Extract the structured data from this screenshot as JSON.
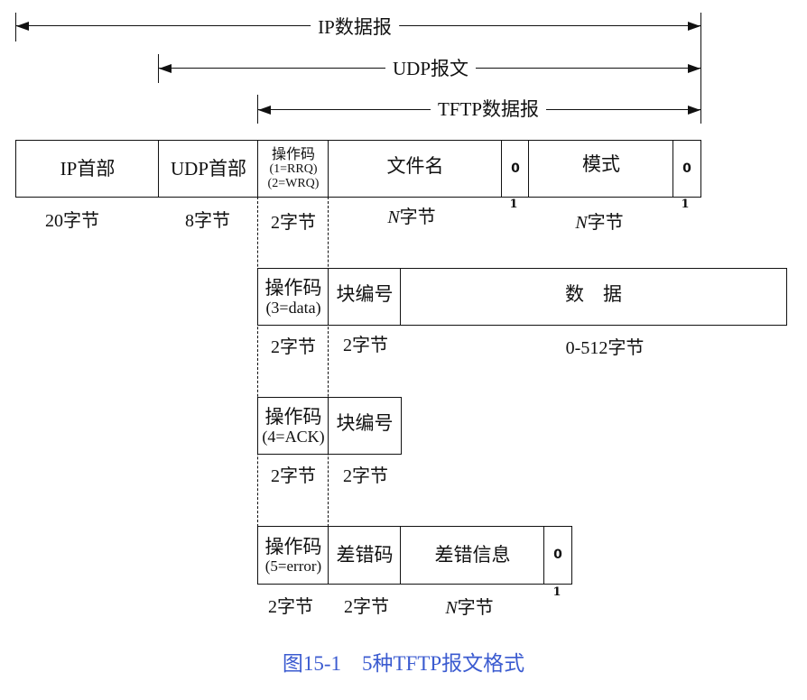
{
  "headers": {
    "ip": "IP数据报",
    "udp": "UDP报文",
    "tftp": "TFTP数据报"
  },
  "rrq_wrq": {
    "ip_header": "IP首部",
    "udp_header": "UDP首部",
    "opcode": "操作码",
    "opcode_rrq": "(1=RRQ)",
    "opcode_wrq": "(2=WRQ)",
    "filename": "文件名",
    "zero1": "0",
    "mode": "模式",
    "zero2": "0",
    "sizes": {
      "ip": "20字节",
      "udp": "8字节",
      "opcode": "2字节",
      "filename_n": "N",
      "filename": "字节",
      "zero1": "1",
      "mode_n": "N",
      "mode": "字节",
      "zero2": "1"
    }
  },
  "data": {
    "opcode": "操作码",
    "opcode_val": "(3=data)",
    "block": "块编号",
    "payload": "数　据",
    "sizes": {
      "opcode": "2字节",
      "block": "2字节",
      "payload": "0-512字节"
    }
  },
  "ack": {
    "opcode": "操作码",
    "opcode_val": "(4=ACK)",
    "block": "块编号",
    "sizes": {
      "opcode": "2字节",
      "block": "2字节"
    }
  },
  "error": {
    "opcode": "操作码",
    "opcode_val": "(5=error)",
    "code": "差错码",
    "message": "差错信息",
    "zero": "0",
    "sizes": {
      "opcode": "2字节",
      "code": "2字节",
      "message_n": "N",
      "message": "字节",
      "zero": "1"
    }
  },
  "caption": "图15-1　5种TFTP报文格式"
}
